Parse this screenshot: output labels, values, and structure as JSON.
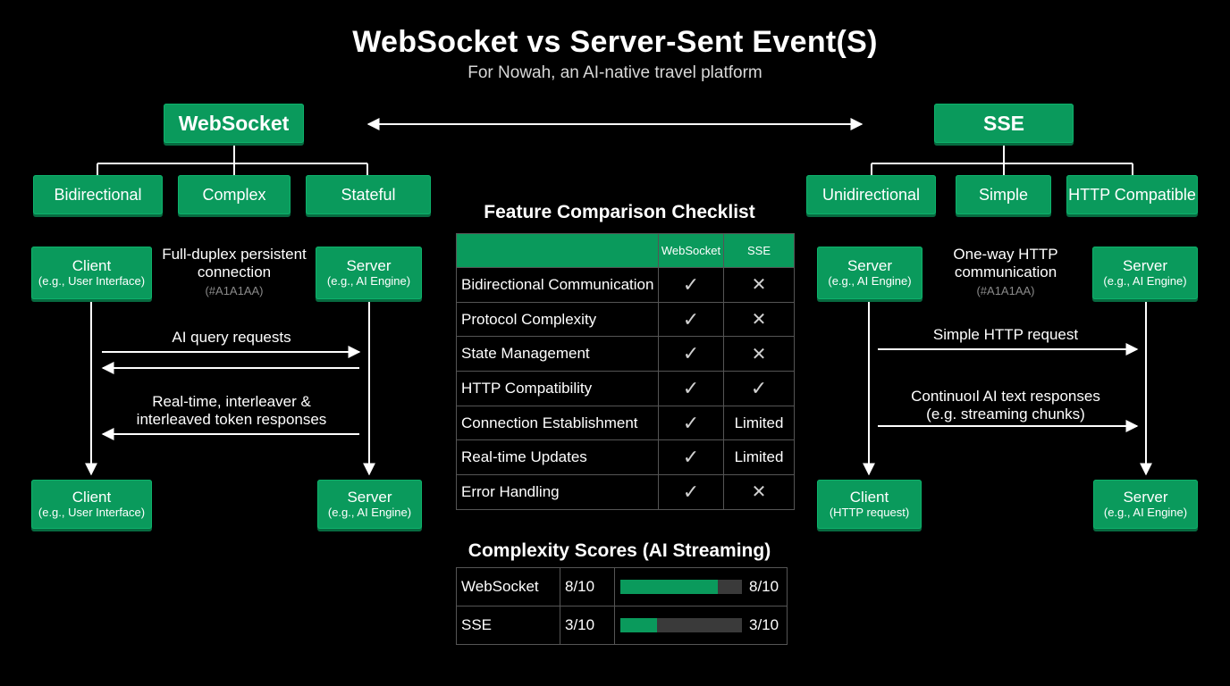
{
  "title": "WebSocket vs Server-Sent Event(S)",
  "subtitle": "For Nowah, an AI-native travel platform",
  "websocket": {
    "heading": "WebSocket",
    "props": [
      "Bidirectional",
      "Complex",
      "Stateful"
    ],
    "top_left": {
      "name": "Client",
      "detail": "(e.g., User Interface)"
    },
    "top_right": {
      "name": "Server",
      "detail": "(e.g., AI Engine)"
    },
    "bottom_left": {
      "name": "Client",
      "detail": "(e.g., User Interface)"
    },
    "bottom_right": {
      "name": "Server",
      "detail": "(e.g., AI Engine)"
    },
    "connection_label": "Full-duplex persistent connection",
    "connection_color": "(#A1A1AA)",
    "msg1": "AI query requests",
    "msg2": "Real-time, interleaver & interleaved token responses"
  },
  "sse": {
    "heading": "SSE",
    "props": [
      "Unidirectional",
      "Simple",
      "HTTP Compatible"
    ],
    "top_left": {
      "name": "Server",
      "detail": "(e.g., AI Engine)"
    },
    "top_right": {
      "name": "Server",
      "detail": "(e.g., AI Engine)"
    },
    "bottom_left": {
      "name": "Client",
      "detail": "(HTTP request)"
    },
    "bottom_right": {
      "name": "Server",
      "detail": "(e.g., AI Engine)"
    },
    "connection_label": "One-way HTTP communication",
    "connection_color": "(#A1A1AA)",
    "msg1": "Simple HTTP request",
    "msg2": "Continuoıl AI text responses (e.g. streaming chunks)"
  },
  "checklist": {
    "title": "Feature Comparison Checklist",
    "col1": "WebSocket",
    "col2": "SSE",
    "rows": [
      {
        "feature": "Bidirectional Communication",
        "ws": "✓",
        "sse": "✕"
      },
      {
        "feature": "Protocol Complexity",
        "ws": "✓",
        "sse": "✕"
      },
      {
        "feature": "State Management",
        "ws": "✓",
        "sse": "✕"
      },
      {
        "feature": "HTTP Compatibility",
        "ws": "✓",
        "sse": "✓"
      },
      {
        "feature": "Connection Establishment",
        "ws": "✓",
        "sse": "Limited"
      },
      {
        "feature": "Real-time Updates",
        "ws": "✓",
        "sse": "Limited"
      },
      {
        "feature": "Error Handling",
        "ws": "✓",
        "sse": "✕"
      }
    ]
  },
  "complexity": {
    "title": "Complexity Scores (AI Streaming)",
    "rows": [
      {
        "name": "WebSocket",
        "score": "8/10",
        "fraction": 0.8,
        "bar_label": "8/10"
      },
      {
        "name": "SSE",
        "score": "3/10",
        "fraction": 0.3,
        "bar_label": "3/10"
      }
    ]
  },
  "colors": {
    "accent": "#0a9a5c",
    "background": "#000000",
    "muted": "#A1A1AA"
  }
}
